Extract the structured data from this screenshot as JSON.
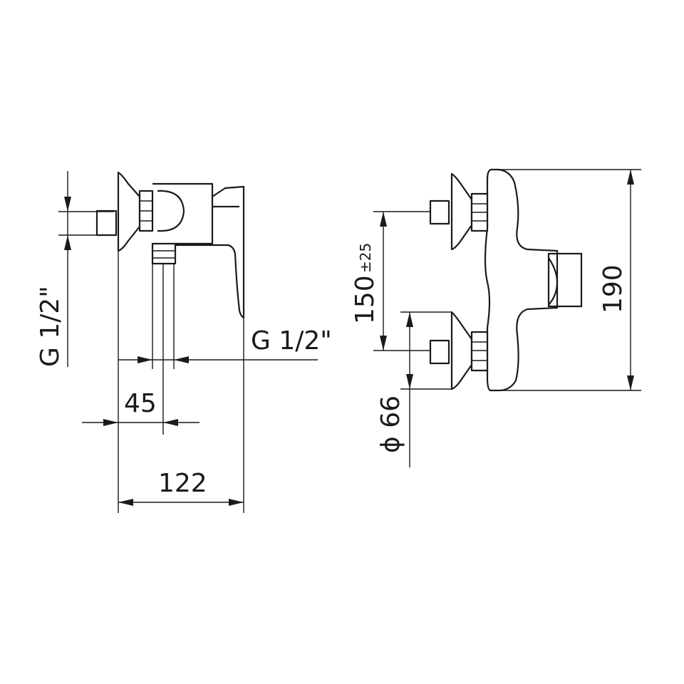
{
  "side_view": {
    "thread_left": "G 1/2\"",
    "thread_right": "G 1/2\"",
    "dim_offset": "45",
    "dim_depth": "122"
  },
  "front_view": {
    "dim_centers": "150",
    "dim_centers_tol": "±25",
    "dim_height": "190",
    "dim_diameter": "ϕ 66"
  }
}
